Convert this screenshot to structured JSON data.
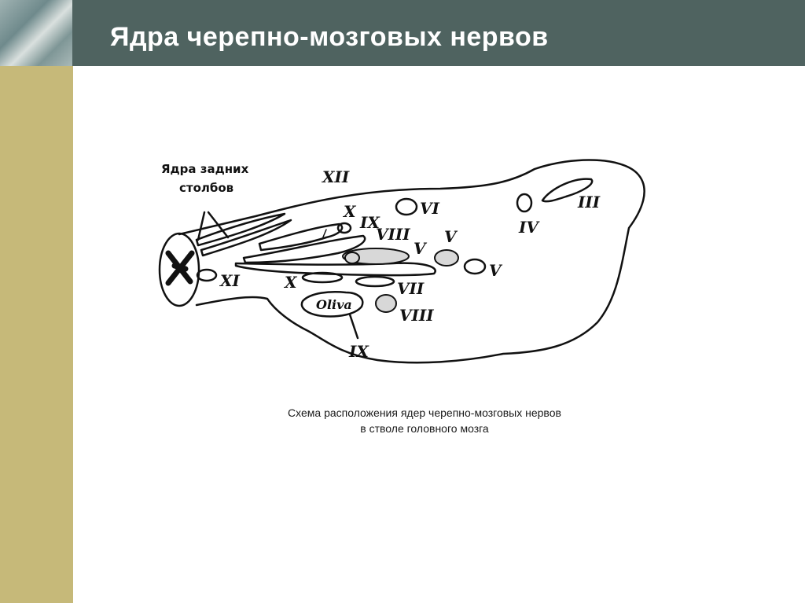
{
  "slide": {
    "title": "Ядра черепно-мозговых нервов",
    "colors": {
      "header": "#4f6360",
      "sidebar": "#c6b979",
      "title_text": "#ffffff"
    }
  },
  "diagram": {
    "labels": {
      "posterior_columns_line1": "Ядра задних",
      "posterior_columns_line2": "столбов",
      "xii": "XII",
      "x_top": "X",
      "ix_top": "IX",
      "viii_top": "VIII",
      "vi": "VI",
      "iv": "IV",
      "iii": "III",
      "v_1": "V",
      "v_2": "V",
      "v_3": "V",
      "xi": "XI",
      "x_bottom": "X",
      "vii": "VII",
      "viii_bottom": "VIII",
      "oliva": "Oliva",
      "ix_bottom": "IX"
    }
  },
  "caption": {
    "line1": "Схема расположения ядер черепно-мозговых нервов",
    "line2": "в стволе головного мозга"
  }
}
